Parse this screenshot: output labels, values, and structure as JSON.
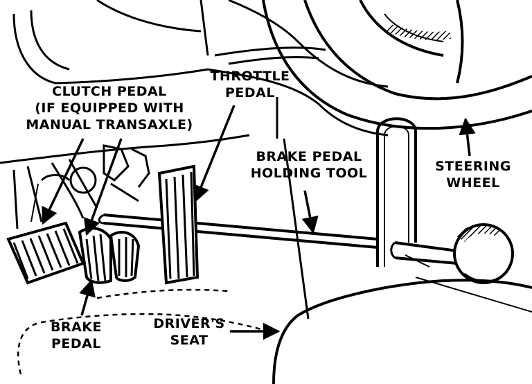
{
  "labels": {
    "clutch_pedal": {
      "line1": "CLUTCH PEDAL",
      "line2": "(IF EQUIPPED WITH",
      "line3": "MANUAL TRANSAXLE)"
    },
    "throttle_pedal": {
      "line1": "THROTTLE",
      "line2": "PEDAL"
    },
    "brake_pedal_holding_tool": {
      "line1": "BRAKE PEDAL",
      "line2": "HOLDING TOOL"
    },
    "steering_wheel": {
      "line1": "STEERING",
      "line2": "WHEEL"
    },
    "brake_pedal": {
      "line1": "BRAKE",
      "line2": "PEDAL"
    },
    "drivers_seat": {
      "line1": "DRIVER'S",
      "line2": "SEAT"
    }
  }
}
